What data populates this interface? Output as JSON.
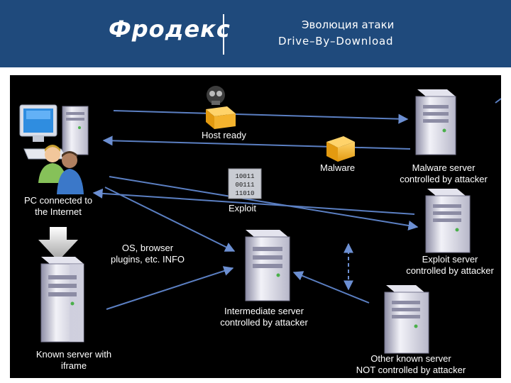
{
  "header": {
    "logo_text": "Фродекс",
    "title_line1": "Эволюция атаки",
    "title_line2": "Drive–By–Download",
    "background_color": "#1f4a7c"
  },
  "diagram": {
    "arrow_color": "#5b7fc2",
    "labels": {
      "host_ready": "Host ready",
      "malware": "Malware",
      "exploit": "Exploit",
      "exploit_bits": [
        "10011",
        "00111",
        "11010"
      ],
      "pc_line1": "PC connected to",
      "pc_line2": "the Internet",
      "malware_server_line1": "Malware server",
      "malware_server_line2": "controlled by attacker",
      "os_info_line1": "OS, browser",
      "os_info_line2": "plugins, etc. INFO",
      "exploit_server_line1": "Exploit server",
      "exploit_server_line2": "controlled by attacker",
      "intermediate_line1": "Intermediate server",
      "intermediate_line2": "controlled by attacker",
      "known_server_line1": "Known server with",
      "known_server_line2": "iframe",
      "other_known_line1": "Other known server",
      "other_known_line2": "NOT controlled by attacker"
    }
  }
}
